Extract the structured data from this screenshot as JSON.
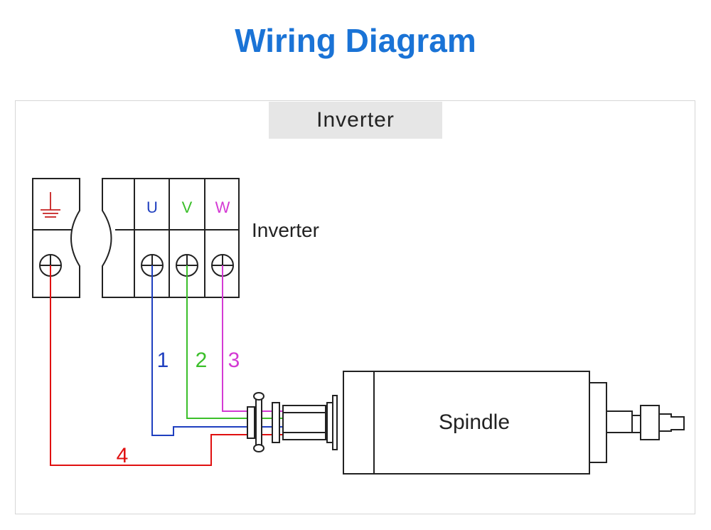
{
  "header": {
    "title": "Wiring Diagram"
  },
  "banner": {
    "label": "Inverter"
  },
  "inverter": {
    "side_label": "Inverter",
    "terminals": [
      {
        "id": "U",
        "label": "U",
        "color": "#1f3fbf"
      },
      {
        "id": "V",
        "label": "V",
        "color": "#3bbf2a"
      },
      {
        "id": "W",
        "label": "W",
        "color": "#d43ad4"
      }
    ],
    "ground_color": "#c62020"
  },
  "wires": [
    {
      "number": "1",
      "terminal": "U",
      "color": "#1f3fbf"
    },
    {
      "number": "2",
      "terminal": "V",
      "color": "#3bbf2a"
    },
    {
      "number": "3",
      "terminal": "W",
      "color": "#d43ad4"
    },
    {
      "number": "4",
      "terminal": "ground",
      "color": "#e01010"
    }
  ],
  "spindle": {
    "label": "Spindle"
  }
}
